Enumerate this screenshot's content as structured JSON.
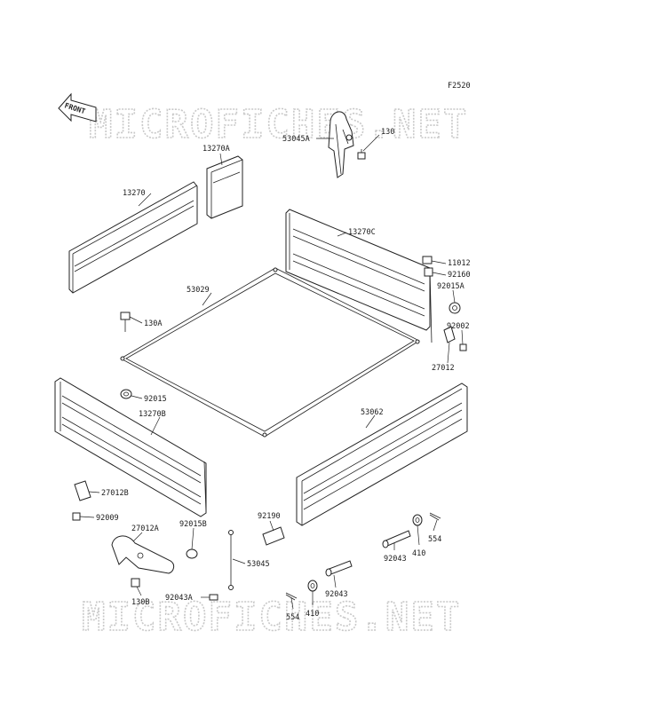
{
  "diagram": {
    "code": "F2520",
    "front_label": "FRONT",
    "watermark": "MICROFICHES.NET",
    "colors": {
      "line": "#222222",
      "watermark": "#c9c9c9",
      "background": "#ffffff"
    },
    "callouts": [
      {
        "id": "53045A",
        "label": "53045A"
      },
      {
        "id": "130",
        "label": "130"
      },
      {
        "id": "13270A",
        "label": "13270A"
      },
      {
        "id": "13270",
        "label": "13270"
      },
      {
        "id": "13270C",
        "label": "13270C"
      },
      {
        "id": "11012",
        "label": "11012"
      },
      {
        "id": "92160",
        "label": "92160"
      },
      {
        "id": "92015A",
        "label": "92015A"
      },
      {
        "id": "53029",
        "label": "53029"
      },
      {
        "id": "130A",
        "label": "130A"
      },
      {
        "id": "92002",
        "label": "92002"
      },
      {
        "id": "27012",
        "label": "27012"
      },
      {
        "id": "92015",
        "label": "92015"
      },
      {
        "id": "13270B",
        "label": "13270B"
      },
      {
        "id": "53062",
        "label": "53062"
      },
      {
        "id": "27012B",
        "label": "27012B"
      },
      {
        "id": "92009",
        "label": "92009"
      },
      {
        "id": "27012A",
        "label": "27012A"
      },
      {
        "id": "92015B",
        "label": "92015B"
      },
      {
        "id": "92190",
        "label": "92190"
      },
      {
        "id": "554a",
        "label": "554"
      },
      {
        "id": "53045",
        "label": "53045"
      },
      {
        "id": "92043a",
        "label": "92043"
      },
      {
        "id": "410a",
        "label": "410"
      },
      {
        "id": "130B",
        "label": "130B"
      },
      {
        "id": "92043A",
        "label": "92043A"
      },
      {
        "id": "92043b",
        "label": "92043"
      },
      {
        "id": "554b",
        "label": "554"
      },
      {
        "id": "410b",
        "label": "410"
      }
    ]
  }
}
